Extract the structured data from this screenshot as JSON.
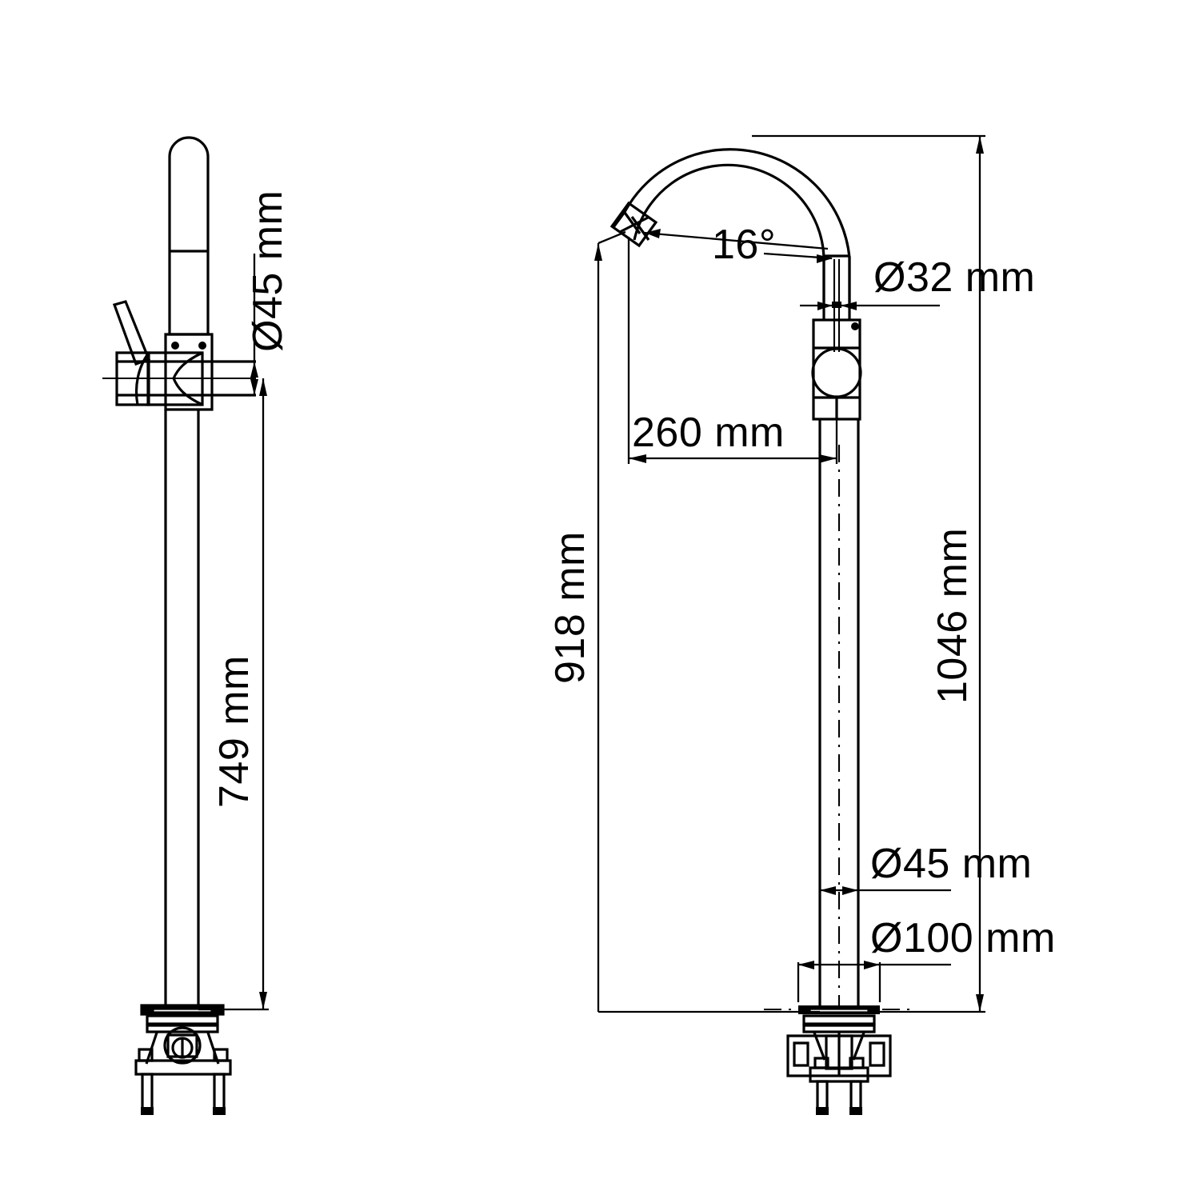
{
  "document": {
    "type": "technical-drawing",
    "subject": "floor-mounted freestanding bath / basin mixer tap",
    "views": [
      "side-view",
      "front-view"
    ],
    "units": "mm",
    "line_color": "#000000",
    "background_color": "#ffffff"
  },
  "dimensions": {
    "left_view": {
      "diameter_spout": "Ø45 mm",
      "height_to_valve_center": "749 mm"
    },
    "right_view": {
      "angle_spout_tip": "16°",
      "diameter_spout_tube": "Ø32 mm",
      "reach_spout": "260 mm",
      "height_to_spout_outlet": "918 mm",
      "overall_height": "1046 mm",
      "diameter_column": "Ø45 mm",
      "diameter_base_flange": "Ø100 mm"
    }
  },
  "labels": {
    "d45_left": "Ø45 mm",
    "h749": "749 mm",
    "angle16": "16°",
    "d32": "Ø32 mm",
    "reach260": "260 mm",
    "h918": "918 mm",
    "h1046": "1046 mm",
    "d45_right": "Ø45 mm",
    "d100": "Ø100 mm"
  }
}
